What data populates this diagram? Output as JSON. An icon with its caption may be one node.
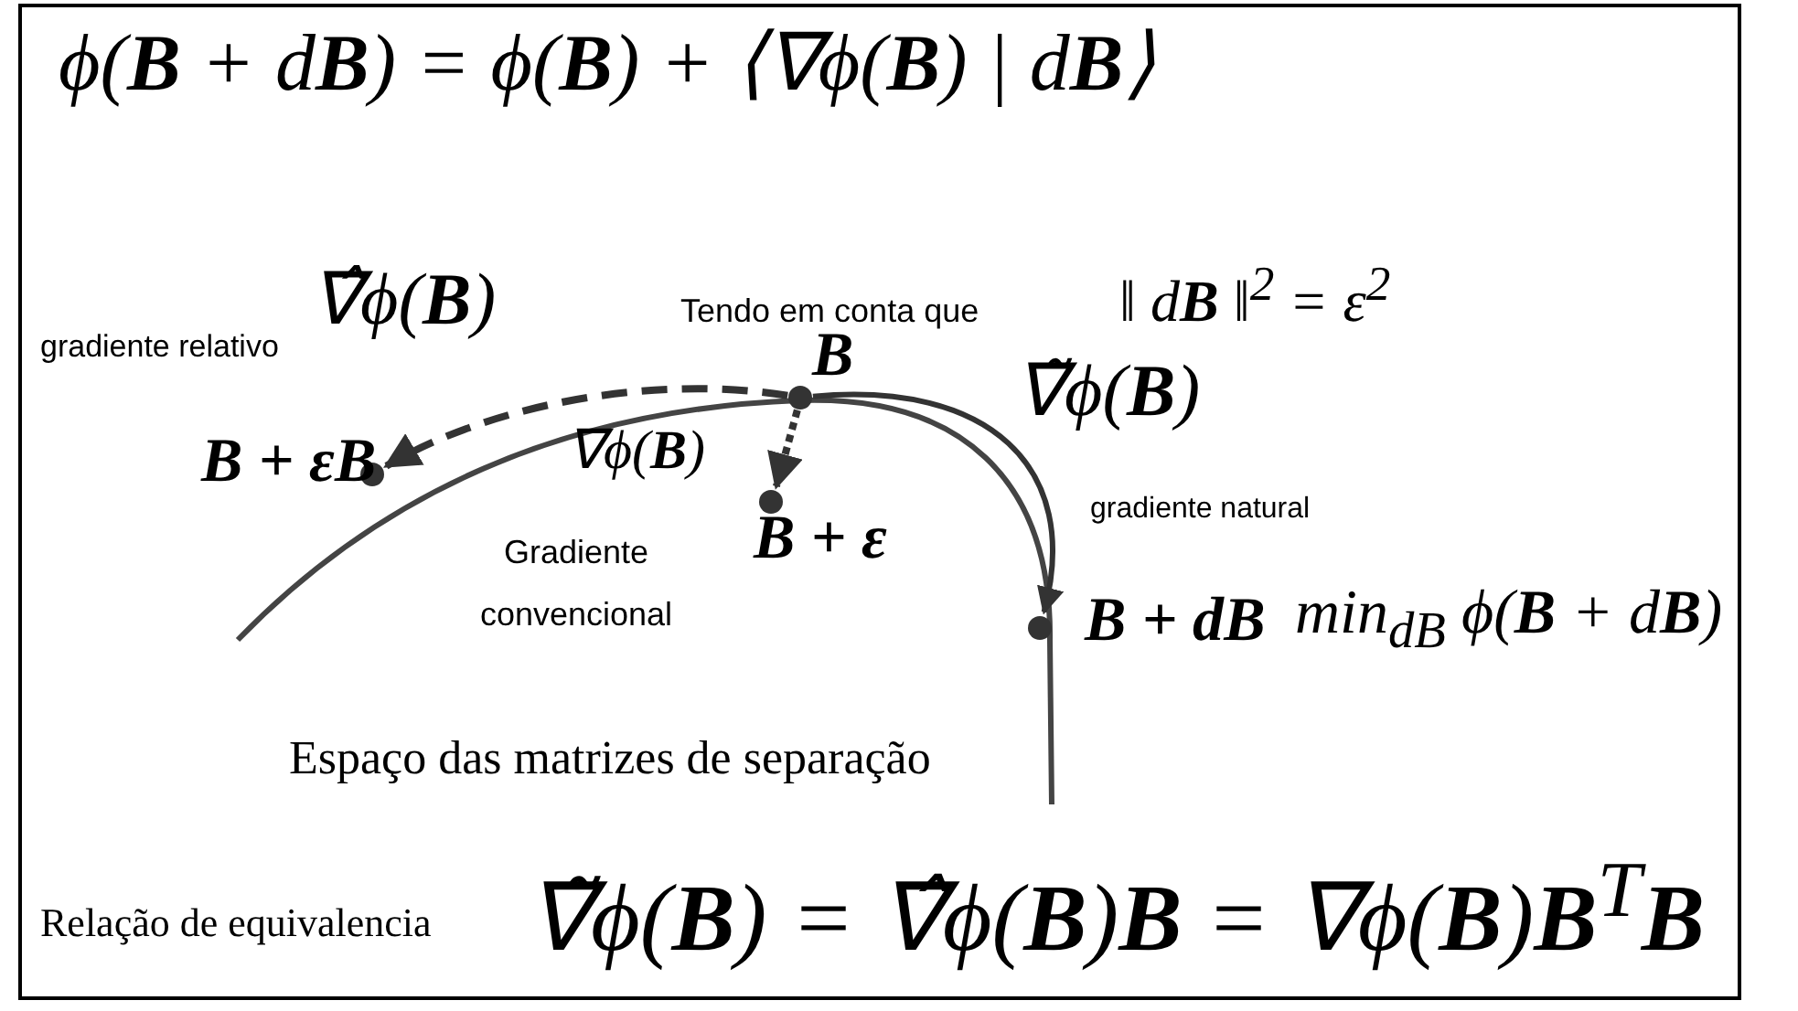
{
  "diagram": {
    "nodes": [
      {
        "text": [
          "**B**"
        ]
      },
      {
        "text": [
          "**B** + ε**B**"
        ]
      },
      {
        "text": [
          "**B** + ε"
        ]
      },
      {
        "text": [
          "**B** + d**B**"
        ]
      }
    ],
    "edges": [
      {
        "from": 0,
        "to": 1,
        "arrow": "to",
        "style": "dashed",
        "label": "∇̂ϕ(**B**)"
      },
      {
        "from": 0,
        "to": 2,
        "arrow": "to",
        "style": "dashed",
        "label": "∇ϕ(**B**)"
      },
      {
        "from": 0,
        "to": 3,
        "arrow": "to",
        "label": "∇̃ϕ(**B**)"
      }
    ],
    "labels": [
      "ϕ(**B** + d**B**) = ϕ(**B**) + ⟨∇ϕ(**B**) | d**B**⟩",
      "Tendo em conta que",
      "‖ d**B** ‖$^{2}$ = ε$^{2}$",
      "gradiente relativo",
      "Gradiente convencional",
      "gradiente natural",
      "min$_{dB}$ ϕ(**B** + d**B**)",
      "Espaço das matrizes de separação",
      "Relação de equivalencia",
      "∇̃ϕ(**B**) = ∇̂ϕ(**B**)**B** = ∇ϕ(**B**)**B**$^{T}$**B**"
    ]
  }
}
